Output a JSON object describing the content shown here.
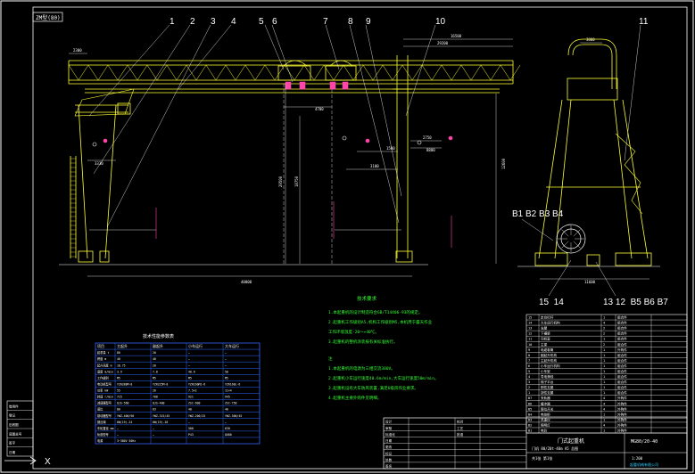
{
  "sheet": {
    "top_tag": "ZM型(80)",
    "callouts_main": [
      "1",
      "2",
      "3",
      "4",
      "5",
      "6",
      "7",
      "8",
      "9",
      "10"
    ],
    "callout_side_top": "11",
    "side_labels_left": "B1 B2 B3 B4",
    "side_labels_bottom_left": "15  14",
    "side_labels_bottom_right": "13 12  B5 B6 B7",
    "axis_glyph": "X"
  },
  "dimensions": {
    "top_left": "2300",
    "top_span": "16500",
    "top_span2": "29200",
    "trolley_gap": "4700",
    "left_hang": "3330",
    "height_total": "29500",
    "height_lift": "18750",
    "right_h": "12600",
    "mid1": "1500",
    "mid2": "3100",
    "r1": "2750",
    "r2": "8800",
    "span_bottom": "40000",
    "side_top": "3800",
    "side_bottom": "11600"
  },
  "notes": {
    "title": "技术要求",
    "items": [
      "1.本起重机的设计制造符合GB/T14406-93的规定。",
      "2.起重机工作级别A5,机构工作级别M5,本机用于露天作业",
      "  工作环境温度-20～+40℃。",
      "3.起重机的整机涂装按有关标准执行。",
      "注",
      "1.本起重机的电源为三相交流380V。",
      "2.起重机小车运行速度40.6m/min,大车运行速度50m/min。",
      "3.起重机设有大车防风装置,满足6级风作业要求。",
      "4.起重机主要外购件见明细。"
    ]
  },
  "params_table": {
    "title": "技术性能参数表",
    "header": [
      "项目",
      "主起升",
      "副起升",
      "小车运行",
      "大车运行"
    ],
    "rows": [
      [
        "起重量 t",
        "80",
        "20",
        "—",
        "—"
      ],
      [
        "跨度 m",
        "40",
        "40",
        "—",
        "—"
      ],
      [
        "起升高度 m",
        "18.75",
        "20",
        "—",
        "—"
      ],
      [
        "速度 m/min",
        "3.9",
        "7.8",
        "40.6",
        "50"
      ],
      [
        "工作级别",
        "M5",
        "M5",
        "M5",
        "M5"
      ],
      [
        "电动机型号",
        "YZR280M-8",
        "YZR225M-8",
        "YZR160M1-6",
        "YZR160L-6"
      ],
      [
        "功率 kW",
        "55",
        "26",
        "7.5×2",
        "11×4"
      ],
      [
        "转速 r/min",
        "715",
        "708",
        "921",
        "945"
      ],
      [
        "减速器型号",
        "QJS-560",
        "QJS-400",
        "ZSC-600",
        "ZSC-750"
      ],
      [
        "速比",
        "80",
        "63",
        "40",
        "40"
      ],
      [
        "制动器型号",
        "YWZ-400/90",
        "YWZ-315/45",
        "YWZ-200/25",
        "YWZ-300/45"
      ],
      [
        "钢丝绳",
        "6W(19)-24",
        "6W(19)-18",
        "—",
        "—"
      ],
      [
        "车轮直径 mm",
        "—",
        "—",
        "500",
        "630"
      ],
      [
        "轨道型号",
        "—",
        "—",
        "P43",
        "QU80"
      ],
      [
        "电源",
        "3~380V 50Hz",
        "",
        "",
        ""
      ]
    ]
  },
  "parts_table": {
    "rows": [
      [
        "15",
        "走台栏杆",
        "1",
        "组合件"
      ],
      [
        "14",
        "大车运行机构",
        "4",
        "组合件"
      ],
      [
        "13",
        "支腿",
        "2",
        "组合件"
      ],
      [
        "12",
        "下横梁",
        "2",
        "组合件"
      ],
      [
        "11",
        "司机室",
        "1",
        "组合件"
      ],
      [
        "10",
        "主梁",
        "2",
        "组合件"
      ],
      [
        "9",
        "电缆卷筒",
        "1",
        "外购件"
      ],
      [
        "8",
        "副起升机构",
        "1",
        "组合件"
      ],
      [
        "7",
        "主起升机构",
        "1",
        "组合件"
      ],
      [
        "6",
        "小车运行机构",
        "1",
        "组合件"
      ],
      [
        "5",
        "小车架",
        "1",
        "组合件"
      ],
      [
        "4",
        "导电滑线",
        "1",
        "组合件"
      ],
      [
        "3",
        "梯子平台",
        "1",
        "组合件"
      ],
      [
        "2",
        "刚性支腿",
        "1",
        "组合件"
      ],
      [
        "1",
        "挠性支腿",
        "1",
        "组合件"
      ],
      [
        "B7",
        "夹轨器",
        "4",
        "外购件"
      ],
      [
        "B6",
        "缓冲器",
        "4",
        "外购件"
      ],
      [
        "B5",
        "限位开关",
        "4",
        "外购件"
      ],
      [
        "B4",
        "电控柜",
        "1",
        "外购件"
      ],
      [
        "B3",
        "风速仪",
        "1",
        "外购件"
      ],
      [
        "B2",
        "照明灯",
        "4",
        "外购件"
      ],
      [
        "B1",
        "电铃",
        "1",
        "外购件"
      ]
    ]
  },
  "title_block": {
    "drawing_name": "门式起重机",
    "drawing_no": "MG80/20-40",
    "spec": "门机 80/20t-40m A5 总图",
    "company": "起重机械有限公司",
    "sheet": "共1张 第1张",
    "scale": "1:200",
    "left_rows": [
      [
        "设计",
        "",
        "校对",
        ""
      ],
      [
        "审核",
        "",
        "工艺",
        ""
      ],
      [
        "标准化",
        "",
        "批准",
        ""
      ],
      [
        "日期",
        "",
        "",
        ""
      ],
      [
        "更改",
        "",
        "",
        ""
      ],
      [
        "标记",
        "",
        "",
        ""
      ],
      [
        "处数",
        "",
        "",
        ""
      ],
      [
        "签名",
        "",
        "",
        ""
      ]
    ]
  },
  "left_strip": [
    "借用件",
    "登记",
    "旧底图",
    "底图总号",
    "签字",
    "日期"
  ]
}
